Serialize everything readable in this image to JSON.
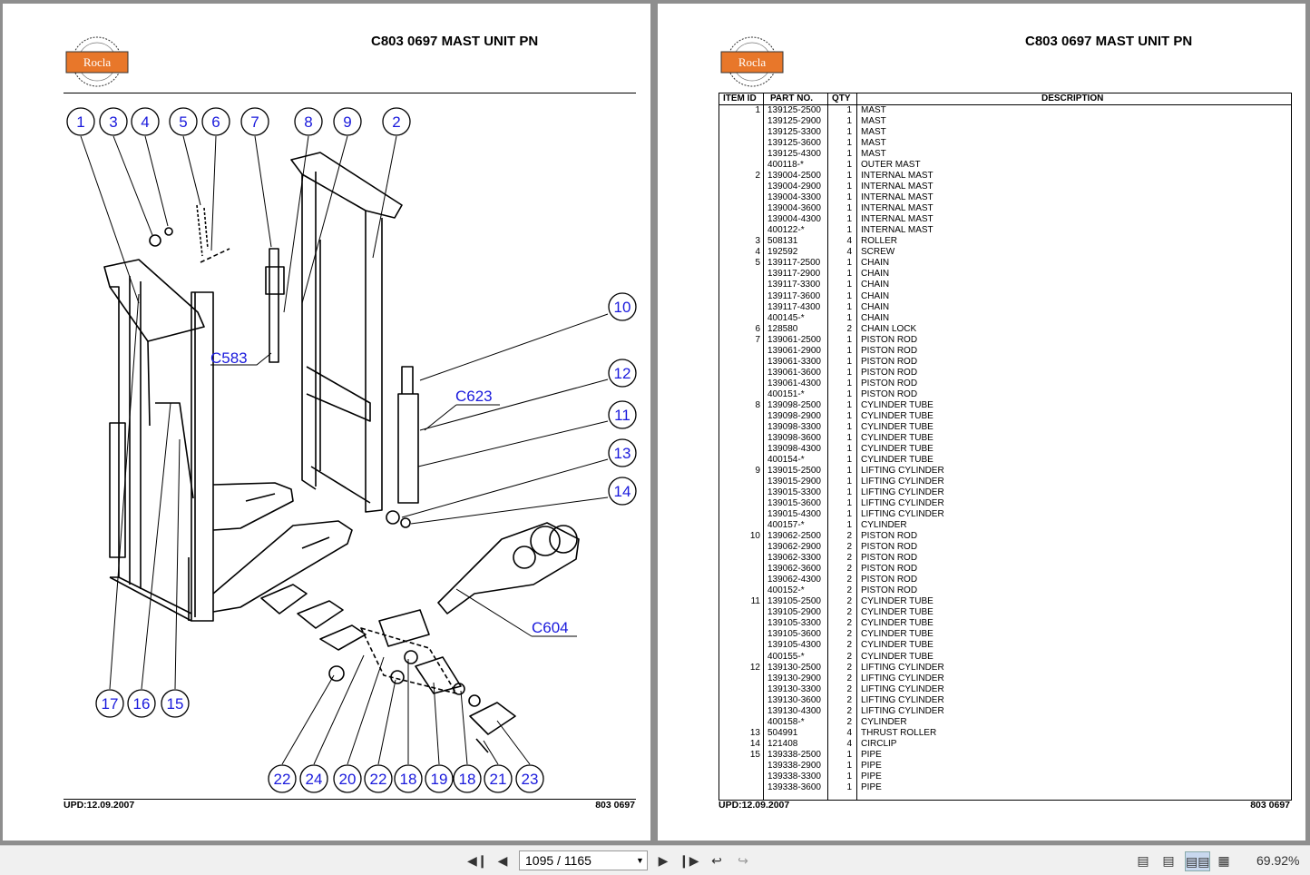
{
  "viewer": {
    "current_page": "1095",
    "total_pages": "1165",
    "page_display": "1095 / 1165",
    "zoom": "69.92%"
  },
  "left_page": {
    "header": "C803 0697  MAST UNIT PN",
    "logo_text": "Rocla",
    "footer_left": "UPD:12.09.2007",
    "footer_right": "803 0697",
    "callouts": [
      "1",
      "3",
      "4",
      "5",
      "6",
      "7",
      "8",
      "9",
      "2",
      "10",
      "12",
      "11",
      "13",
      "14",
      "17",
      "16",
      "15",
      "22",
      "24",
      "20",
      "22",
      "18",
      "19",
      "18",
      "21",
      "23"
    ],
    "sub_refs": [
      "C583",
      "C623",
      "C604"
    ]
  },
  "right_page": {
    "header": "C803 0697  MAST UNIT PN",
    "logo_text": "Rocla",
    "footer_left": "UPD:12.09.2007",
    "footer_right": "803 0697",
    "columns": [
      "ITEM ID",
      "PART NO.",
      "QTY",
      "DESCRIPTION"
    ],
    "rows": [
      [
        "1",
        "139125-2500",
        "1",
        "MAST"
      ],
      [
        "",
        "139125-2900",
        "1",
        "MAST"
      ],
      [
        "",
        "139125-3300",
        "1",
        "MAST"
      ],
      [
        "",
        "139125-3600",
        "1",
        "MAST"
      ],
      [
        "",
        "139125-4300",
        "1",
        "MAST"
      ],
      [
        "",
        "400118-*",
        "1",
        "OUTER MAST"
      ],
      [
        "2",
        "139004-2500",
        "1",
        "INTERNAL MAST"
      ],
      [
        "",
        "139004-2900",
        "1",
        "INTERNAL MAST"
      ],
      [
        "",
        "139004-3300",
        "1",
        "INTERNAL MAST"
      ],
      [
        "",
        "139004-3600",
        "1",
        "INTERNAL MAST"
      ],
      [
        "",
        "139004-4300",
        "1",
        "INTERNAL MAST"
      ],
      [
        "",
        "400122-*",
        "1",
        "INTERNAL MAST"
      ],
      [
        "3",
        "508131",
        "4",
        "ROLLER"
      ],
      [
        "4",
        "192592",
        "4",
        "SCREW"
      ],
      [
        "5",
        "139117-2500",
        "1",
        "CHAIN"
      ],
      [
        "",
        "139117-2900",
        "1",
        "CHAIN"
      ],
      [
        "",
        "139117-3300",
        "1",
        "CHAIN"
      ],
      [
        "",
        "139117-3600",
        "1",
        "CHAIN"
      ],
      [
        "",
        "139117-4300",
        "1",
        "CHAIN"
      ],
      [
        "",
        "400145-*",
        "1",
        "CHAIN"
      ],
      [
        "6",
        "128580",
        "2",
        "CHAIN LOCK"
      ],
      [
        "7",
        "139061-2500",
        "1",
        "PISTON ROD"
      ],
      [
        "",
        "139061-2900",
        "1",
        "PISTON ROD"
      ],
      [
        "",
        "139061-3300",
        "1",
        "PISTON ROD"
      ],
      [
        "",
        "139061-3600",
        "1",
        "PISTON ROD"
      ],
      [
        "",
        "139061-4300",
        "1",
        "PISTON ROD"
      ],
      [
        "",
        "400151-*",
        "1",
        "PISTON ROD"
      ],
      [
        "8",
        "139098-2500",
        "1",
        "CYLINDER TUBE"
      ],
      [
        "",
        "139098-2900",
        "1",
        "CYLINDER TUBE"
      ],
      [
        "",
        "139098-3300",
        "1",
        "CYLINDER TUBE"
      ],
      [
        "",
        "139098-3600",
        "1",
        "CYLINDER TUBE"
      ],
      [
        "",
        "139098-4300",
        "1",
        "CYLINDER TUBE"
      ],
      [
        "",
        "400154-*",
        "1",
        "CYLINDER TUBE"
      ],
      [
        "9",
        "139015-2500",
        "1",
        "LIFTING CYLINDER"
      ],
      [
        "",
        "139015-2900",
        "1",
        "LIFTING CYLINDER"
      ],
      [
        "",
        "139015-3300",
        "1",
        "LIFTING CYLINDER"
      ],
      [
        "",
        "139015-3600",
        "1",
        "LIFTING CYLINDER"
      ],
      [
        "",
        "139015-4300",
        "1",
        "LIFTING CYLINDER"
      ],
      [
        "",
        "400157-*",
        "1",
        "CYLINDER"
      ],
      [
        "10",
        "139062-2500",
        "2",
        "PISTON ROD"
      ],
      [
        "",
        "139062-2900",
        "2",
        "PISTON ROD"
      ],
      [
        "",
        "139062-3300",
        "2",
        "PISTON ROD"
      ],
      [
        "",
        "139062-3600",
        "2",
        "PISTON ROD"
      ],
      [
        "",
        "139062-4300",
        "2",
        "PISTON ROD"
      ],
      [
        "",
        "400152-*",
        "2",
        "PISTON ROD"
      ],
      [
        "11",
        "139105-2500",
        "2",
        "CYLINDER TUBE"
      ],
      [
        "",
        "139105-2900",
        "2",
        "CYLINDER TUBE"
      ],
      [
        "",
        "139105-3300",
        "2",
        "CYLINDER TUBE"
      ],
      [
        "",
        "139105-3600",
        "2",
        "CYLINDER TUBE"
      ],
      [
        "",
        "139105-4300",
        "2",
        "CYLINDER TUBE"
      ],
      [
        "",
        "400155-*",
        "2",
        "CYLINDER TUBE"
      ],
      [
        "12",
        "139130-2500",
        "2",
        "LIFTING CYLINDER"
      ],
      [
        "",
        "139130-2900",
        "2",
        "LIFTING CYLINDER"
      ],
      [
        "",
        "139130-3300",
        "2",
        "LIFTING CYLINDER"
      ],
      [
        "",
        "139130-3600",
        "2",
        "LIFTING CYLINDER"
      ],
      [
        "",
        "139130-4300",
        "2",
        "LIFTING CYLINDER"
      ],
      [
        "",
        "400158-*",
        "2",
        "CYLINDER"
      ],
      [
        "13",
        "504991",
        "4",
        "THRUST ROLLER"
      ],
      [
        "14",
        "121408",
        "4",
        "CIRCLIP"
      ],
      [
        "15",
        "139338-2500",
        "1",
        "PIPE"
      ],
      [
        "",
        "139338-2900",
        "1",
        "PIPE"
      ],
      [
        "",
        "139338-3300",
        "1",
        "PIPE"
      ],
      [
        "",
        "139338-3600",
        "1",
        "PIPE"
      ]
    ]
  },
  "colors": {
    "callout": "#1a1adc",
    "logo_orange": "#e8772a",
    "viewer_bg": "#8e8e8e",
    "toolbar_bg": "#f0f0f0"
  },
  "toolbar_icons": [
    "first-page-icon",
    "prev-page-icon",
    "next-page-icon",
    "last-page-icon",
    "previous-view-icon",
    "next-view-icon",
    "single-page-icon",
    "continuous-icon",
    "two-page-icon",
    "two-page-continuous-icon"
  ]
}
